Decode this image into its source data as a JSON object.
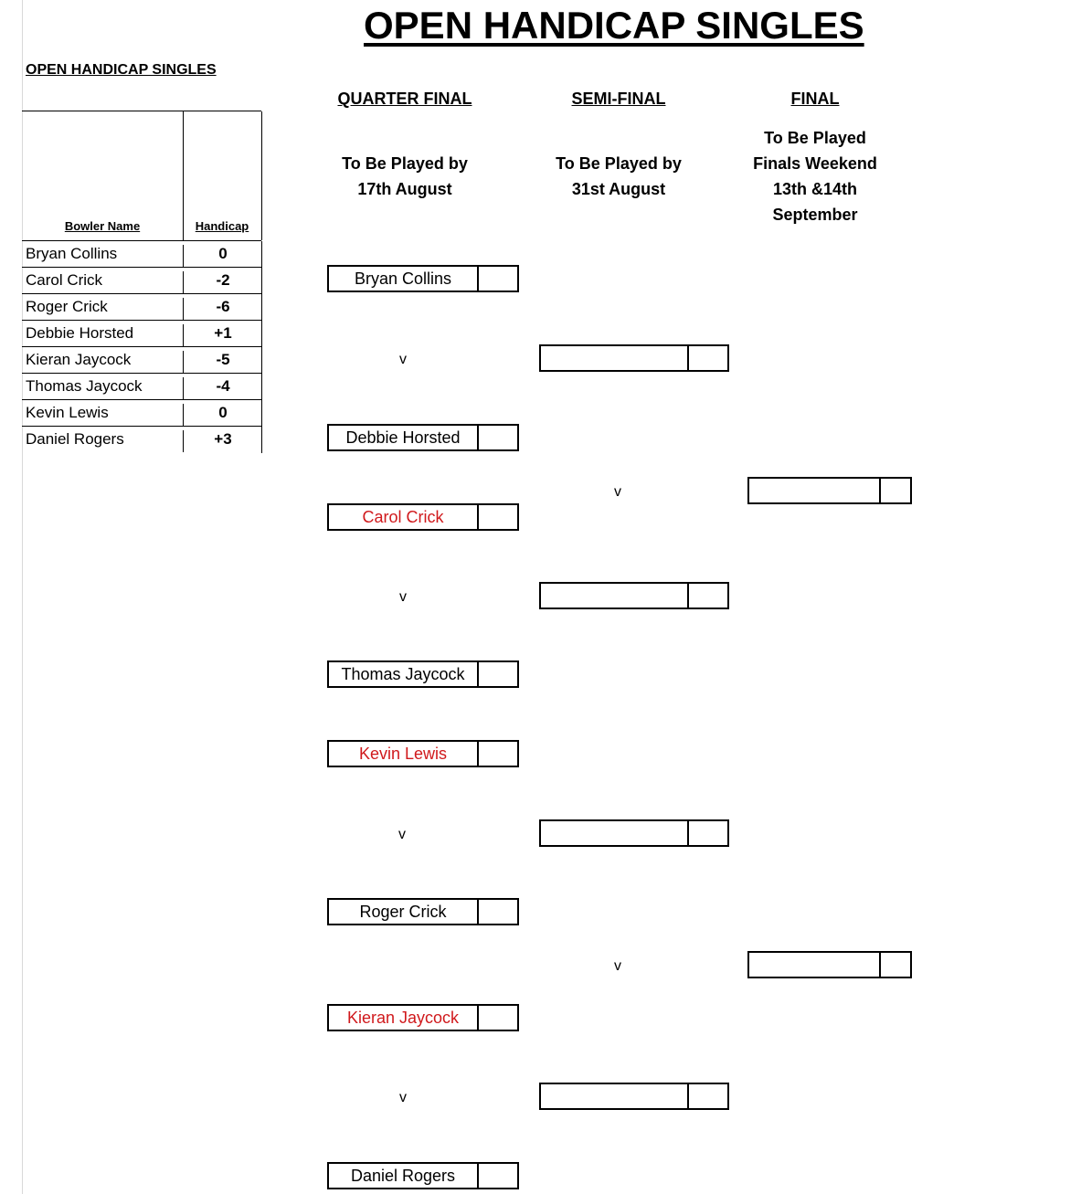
{
  "title": "OPEN HANDICAP SINGLES",
  "subtitle": "OPEN HANDICAP SINGLES",
  "roster": {
    "headers": {
      "name": "Bowler Name",
      "handicap": "Handicap"
    },
    "rows": [
      {
        "name": "Bryan Collins",
        "handicap": "0"
      },
      {
        "name": "Carol Crick",
        "handicap": "-2"
      },
      {
        "name": "Roger Crick",
        "handicap": "-6"
      },
      {
        "name": "Debbie Horsted",
        "handicap": "+1"
      },
      {
        "name": "Kieran Jaycock",
        "handicap": "-5"
      },
      {
        "name": "Thomas Jaycock",
        "handicap": "-4"
      },
      {
        "name": "Kevin Lewis",
        "handicap": "0"
      },
      {
        "name": "Daniel Rogers",
        "handicap": "+3"
      }
    ]
  },
  "columns": {
    "quarter": {
      "heading": "QUARTER FINAL",
      "note1": "To Be Played by",
      "note2": "17th August"
    },
    "semi": {
      "heading": "SEMI-FINAL",
      "note1": "To Be Played by",
      "note2": "31st August"
    },
    "final": {
      "heading": "FINAL",
      "note1": "To Be Played",
      "note2": "Finals Weekend",
      "note3": "13th &14th",
      "note4": "September"
    }
  },
  "versus": "v",
  "quarter_entries": [
    {
      "name": "Bryan Collins",
      "winner_color": "black"
    },
    {
      "name": "Debbie Horsted",
      "winner_color": "black"
    },
    {
      "name": "Carol Crick",
      "winner_color": "red"
    },
    {
      "name": "Thomas Jaycock",
      "winner_color": "black"
    },
    {
      "name": "Kevin Lewis",
      "winner_color": "red"
    },
    {
      "name": "Roger Crick",
      "winner_color": "black"
    },
    {
      "name": "Kieran Jaycock",
      "winner_color": "red"
    },
    {
      "name": "Daniel Rogers",
      "winner_color": "black"
    }
  ],
  "colors": {
    "highlight": "#d0191c"
  }
}
